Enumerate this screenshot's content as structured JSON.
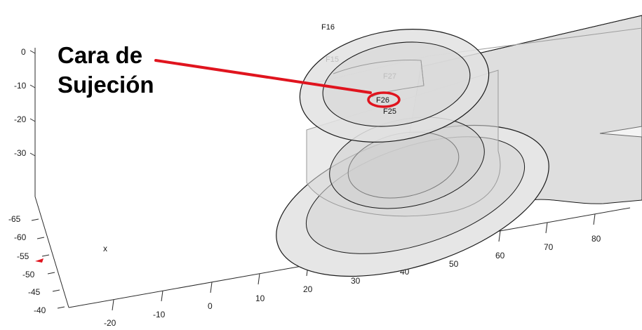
{
  "callout": {
    "line1": "Cara de",
    "line2": "Sujeción"
  },
  "faces": {
    "f16": "F16",
    "f15": "F15",
    "f27": "F27",
    "f26": "F26",
    "f25": "F25"
  },
  "axes": {
    "z_ticks": [
      "0",
      "-10",
      "-20",
      "-30"
    ],
    "y_ticks": [
      "-65",
      "-60",
      "-55",
      "-50",
      "-45",
      "-40"
    ],
    "x_ticks": [
      "-20",
      "-10",
      "0",
      "10",
      "20",
      "30",
      "40",
      "50",
      "60",
      "70",
      "80"
    ],
    "x_label": "x"
  },
  "colors": {
    "highlight": "#e0141e",
    "face_fill": "#d9d9d9",
    "edge": "#1a1a1a"
  }
}
